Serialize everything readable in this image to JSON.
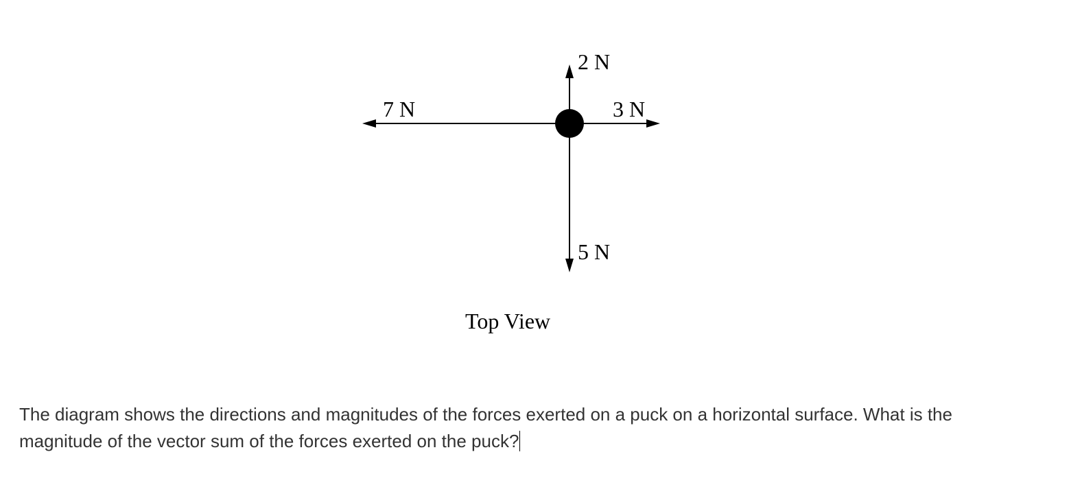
{
  "diagram": {
    "forces": {
      "up": "2 N",
      "right": "3 N",
      "left": "7 N",
      "down": "5 N"
    },
    "caption": "Top View"
  },
  "question": {
    "text": "The diagram shows the directions and magnitudes of the forces exerted on a puck on a horizontal surface. What is the magnitude of the vector sum of the forces exerted on the puck?"
  }
}
